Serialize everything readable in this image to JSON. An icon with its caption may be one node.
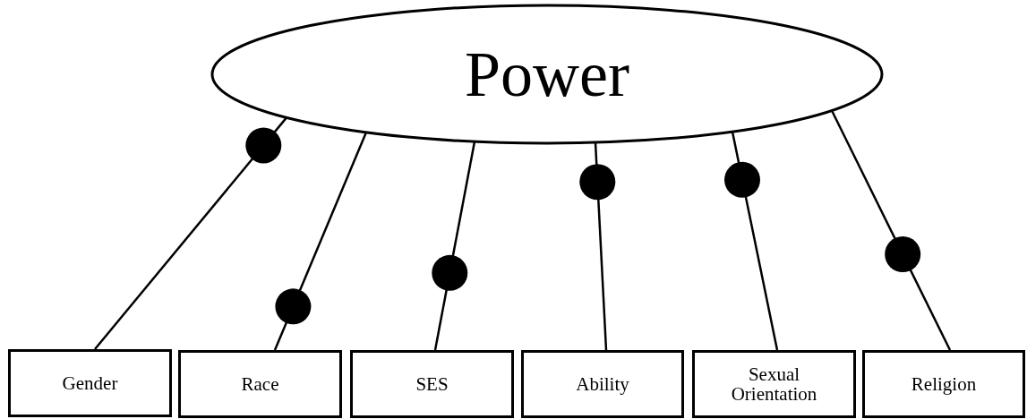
{
  "diagram": {
    "nodes": [
      {
        "text": [
          "Power"
        ]
      },
      {
        "text": [
          "Gender"
        ]
      },
      {
        "text": [
          "Race"
        ]
      },
      {
        "text": [
          "SES"
        ]
      },
      {
        "text": [
          "Ability"
        ]
      },
      {
        "text": [
          "Sexual Orientation"
        ]
      },
      {
        "text": [
          "Religion"
        ]
      }
    ],
    "edges": [
      {
        "from": 0,
        "to": 1,
        "arrow": "none"
      },
      {
        "from": 0,
        "to": 2,
        "arrow": "none"
      },
      {
        "from": 0,
        "to": 3,
        "arrow": "none"
      },
      {
        "from": 0,
        "to": 4,
        "arrow": "none"
      },
      {
        "from": 0,
        "to": 5,
        "arrow": "none"
      },
      {
        "from": 0,
        "to": 6,
        "arrow": "none"
      }
    ]
  }
}
